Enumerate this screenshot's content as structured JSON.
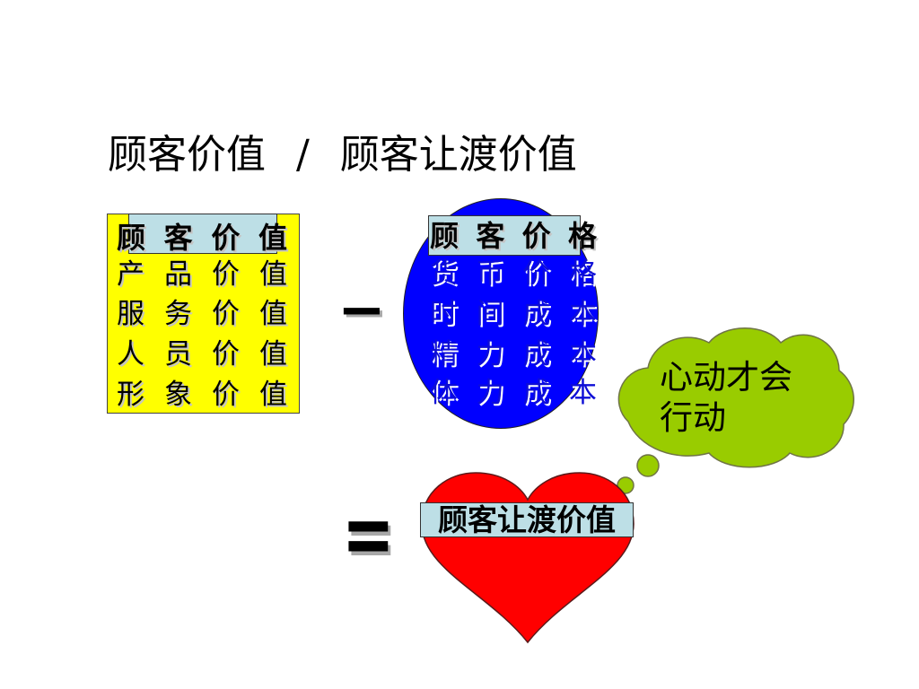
{
  "slide": {
    "title": "顾客价值 / 顾客让渡价值"
  },
  "customer_value": {
    "header": "顾 客 价 值",
    "items": [
      "产 品 价 值",
      "服 务 价 值",
      "人 员 价 值",
      "形 象 价 值"
    ]
  },
  "customer_cost": {
    "header": "顾 客 价 格",
    "items": [
      "货 币 价 格",
      "时 间 成 本",
      "精 力 成 本",
      "体 力 成 本"
    ]
  },
  "operators": {
    "minus": "−",
    "equals": "="
  },
  "result": {
    "label": "顾客让渡价值"
  },
  "thought_bubble": {
    "lines": [
      "心动才会",
      "行动"
    ]
  },
  "colors": {
    "value_box": "#ffff00",
    "cost_circle": "#0000ff",
    "heart": "#ff0000",
    "cloud": "#99cc00",
    "header_fill": "#bddfe6"
  }
}
